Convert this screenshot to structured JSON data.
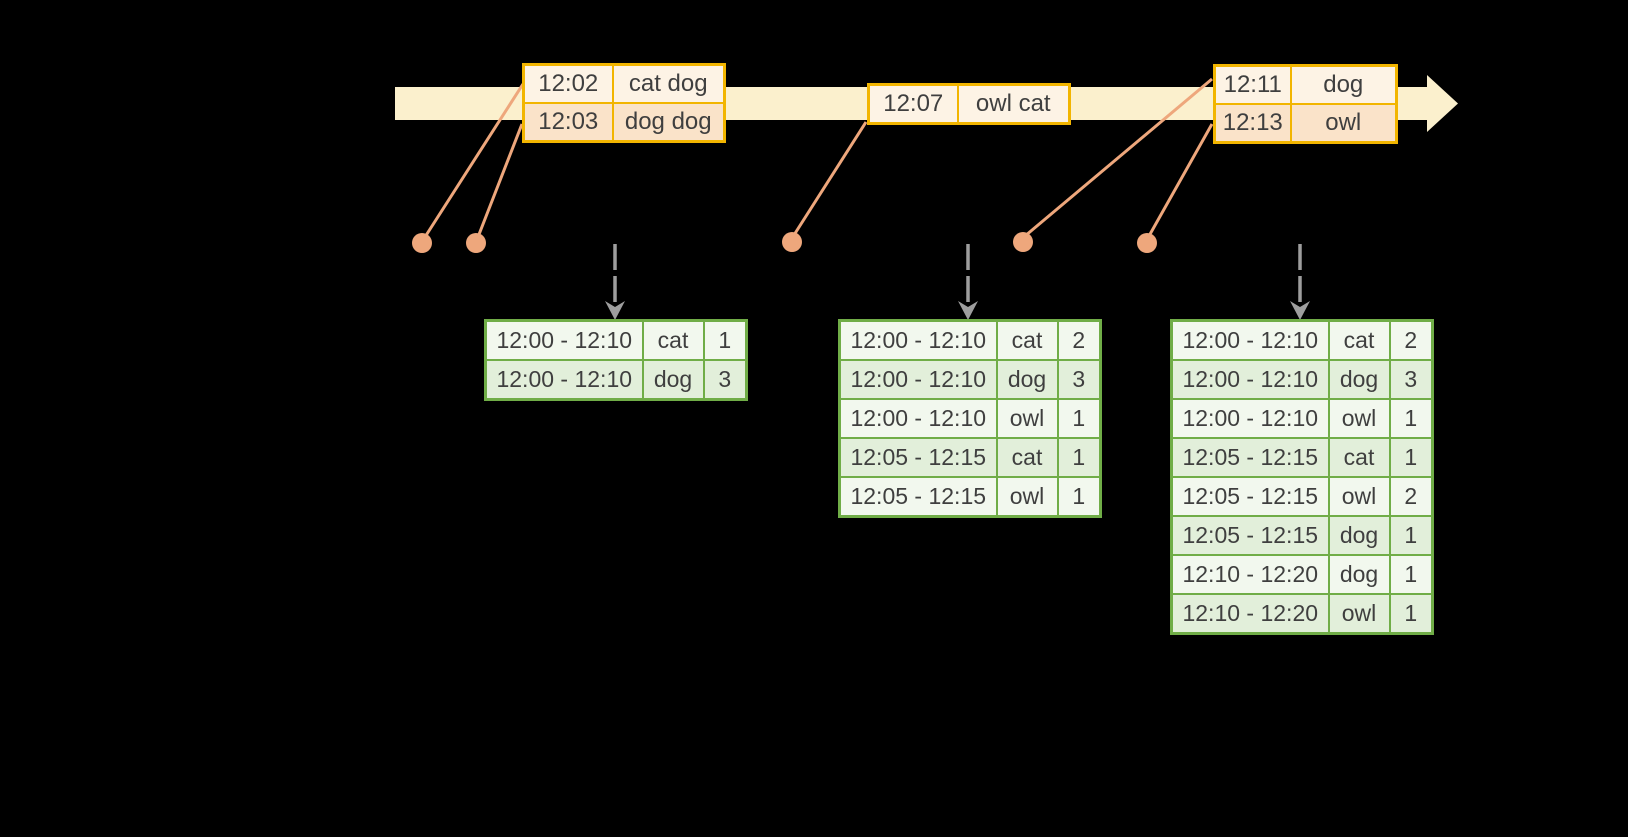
{
  "diagram": {
    "timeline": {
      "event_tables": [
        {
          "id": "event-a",
          "rows": [
            [
              "12:02",
              "cat dog"
            ],
            [
              "12:03",
              "dog dog"
            ]
          ]
        },
        {
          "id": "event-b",
          "rows": [
            [
              "12:07",
              "owl cat"
            ]
          ]
        },
        {
          "id": "event-c",
          "rows": [
            [
              "12:11",
              "dog"
            ],
            [
              "12:13",
              "owl"
            ]
          ]
        }
      ]
    },
    "result_tables": [
      {
        "id": "result-1",
        "rows": [
          [
            "12:00 - 12:10",
            "cat",
            "1"
          ],
          [
            "12:00 - 12:10",
            "dog",
            "3"
          ]
        ]
      },
      {
        "id": "result-2",
        "rows": [
          [
            "12:00 - 12:10",
            "cat",
            "2"
          ],
          [
            "12:00 - 12:10",
            "dog",
            "3"
          ],
          [
            "12:00 - 12:10",
            "owl",
            "1"
          ],
          [
            "12:05 - 12:15",
            "cat",
            "1"
          ],
          [
            "12:05 - 12:15",
            "owl",
            "1"
          ]
        ]
      },
      {
        "id": "result-3",
        "rows": [
          [
            "12:00 - 12:10",
            "cat",
            "2"
          ],
          [
            "12:00 - 12:10",
            "dog",
            "3"
          ],
          [
            "12:00 - 12:10",
            "owl",
            "1"
          ],
          [
            "12:05 - 12:15",
            "cat",
            "1"
          ],
          [
            "12:05 - 12:15",
            "owl",
            "2"
          ],
          [
            "12:05 - 12:15",
            "dog",
            "1"
          ],
          [
            "12:10 - 12:20",
            "dog",
            "1"
          ],
          [
            "12:10 - 12:20",
            "owl",
            "1"
          ]
        ]
      }
    ],
    "colors": {
      "background": "#000000",
      "timeline_band": "#FBF0CD",
      "event_table_border": "#F2B500",
      "event_row_dark": "#FAE3C9",
      "event_row_light": "#FDF3E5",
      "connector_orange": "#EEA77C",
      "result_table_border": "#70AD47",
      "result_row_dark": "#E2EFDA",
      "result_row_light": "#F2F8EE",
      "trigger_arrow_gray": "#9E9E9E",
      "text": "#3F3F3F"
    }
  }
}
